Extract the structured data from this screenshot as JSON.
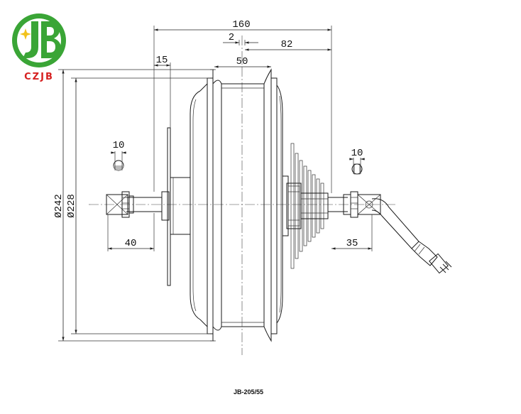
{
  "logo": {
    "text": "CZJB",
    "green": "#3aa536",
    "red": "#d62020",
    "yellow": "#f2c21a"
  },
  "dimensions": {
    "overall_width": "160",
    "offset": "2",
    "right_offset": "82",
    "flange_gap": "15",
    "rim_width": "50",
    "outer_dia": "Ø242",
    "inner_dia": "Ø228",
    "left_flat": "10",
    "right_flat": "10",
    "left_axle": "40",
    "right_axle": "35"
  },
  "caption": "JB-205/55"
}
